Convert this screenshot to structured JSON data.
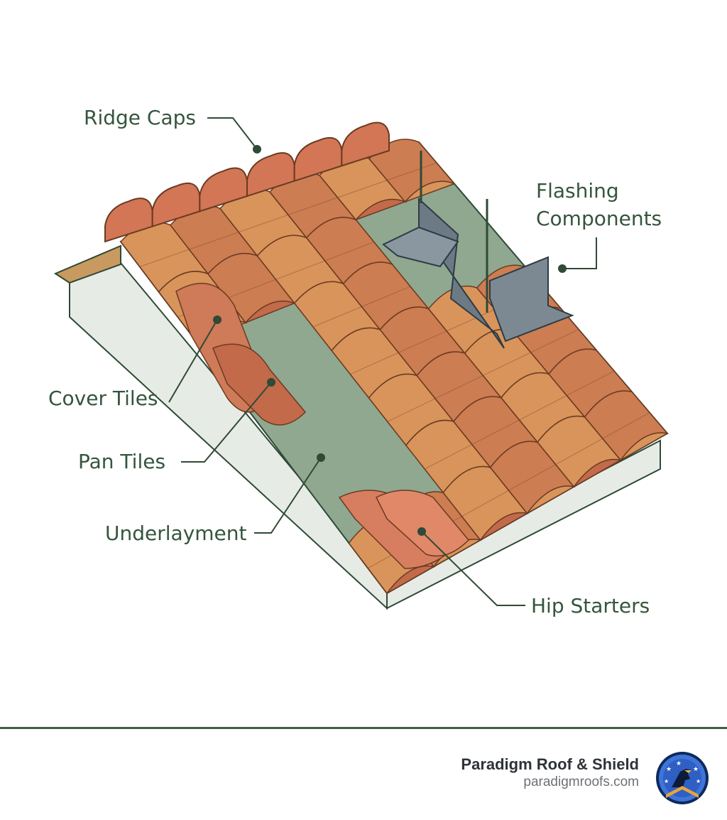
{
  "labels": {
    "ridge_caps": "Ridge Caps",
    "flashing_line1": "Flashing",
    "flashing_line2": "Components",
    "cover_tiles": "Cover Tiles",
    "pan_tiles": "Pan Tiles",
    "underlayment": "Underlayment",
    "hip_starters": "Hip Starters"
  },
  "footer": {
    "company": "Paradigm Roof & Shield",
    "url": "paradigmroofs.com"
  },
  "icons": {
    "logo": "eagle-shield-logo-icon"
  },
  "colors": {
    "label_text": "#35553d",
    "leader_line": "#2f4a36",
    "tile_orange": "#d8945a",
    "tile_red": "#c26a4a",
    "underlayment": "#8fa88f",
    "flashing": "#6c7a86",
    "fascia": "#e7ebe6",
    "footer_rule": "#3c6046",
    "brand_text": "#2f3338",
    "url_text": "#6d7176",
    "logo_blue": "#2f5fc4"
  }
}
